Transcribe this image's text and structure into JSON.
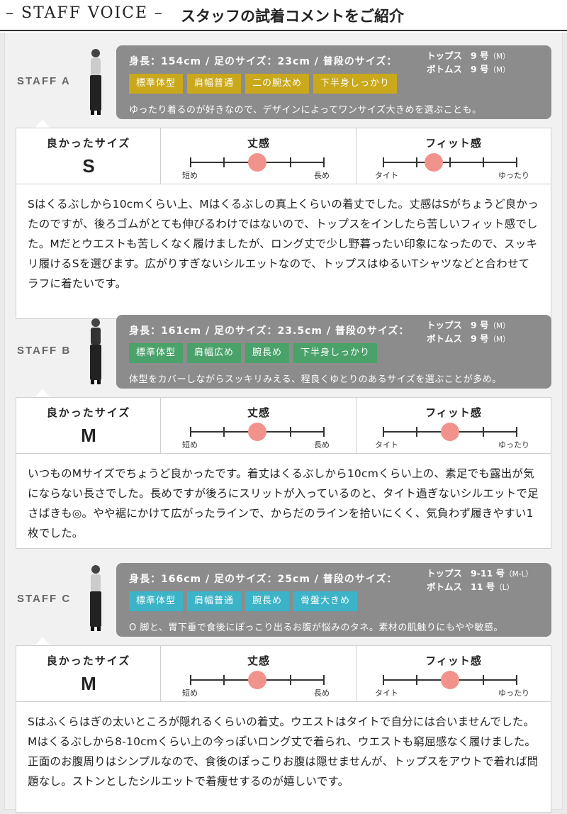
{
  "header": {
    "title_en": "– STAFF VOICE –",
    "title_jp": "スタッフの試着コメントをご紹介"
  },
  "colors": {
    "info_bg": "#8c8c8c",
    "tag_yellow": "#c9a81c",
    "tag_green": "#4aa26a",
    "tag_blue": "#3cb3c7",
    "scale_dot": "#f1928c"
  },
  "table_labels": {
    "good_size": "良かったサイズ",
    "length": "丈感",
    "fit": "フィット感",
    "length_min": "短め",
    "length_max": "長め",
    "fit_min": "タイト",
    "fit_max": "ゆったり"
  },
  "staff": [
    {
      "label": "STAFF A",
      "stats": "身長：154cm / 足のサイズ：23cm / 普段のサイズ：",
      "tops_key": "トップス",
      "tops_val": "9 号",
      "tops_paren": "（M）",
      "bottoms_key": "ボトムス",
      "bottoms_val": "9 号",
      "bottoms_paren": "（M）",
      "tag_color": "yellow",
      "tags": [
        "標準体型",
        "肩幅普通",
        "二の腕太め",
        "下半身しっかり"
      ],
      "note": "ゆったり着るのが好きなので、デザインによってワンサイズ大きめを選ぶことも。",
      "size": "S",
      "length_level": 0.5,
      "fit_level": 0.375,
      "comment": "Sはくるぶしから10cmくらい上、Mはくるぶしの真上くらいの着丈でした。丈感はSがちょうど良かったのですが、後ろゴムがとても伸びるわけではないので、トップスをインしたら苦しいフィット感でした。Mだとウエストも苦しくなく履けましたが、ロング丈で少し野暮ったい印象になったので、スッキリ履けるSを選びます。広がりすぎないシルエットなので、トップスはゆるいTシャツなどと合わせてラフに着たいです。"
    },
    {
      "label": "STAFF B",
      "stats": "身長：161cm / 足のサイズ：23.5cm / 普段のサイズ：",
      "tops_key": "トップス",
      "tops_val": "9 号",
      "tops_paren": "（M）",
      "bottoms_key": "ボトムス",
      "bottoms_val": "9 号",
      "bottoms_paren": "（M）",
      "tag_color": "green",
      "tags": [
        "標準体型",
        "肩幅広め",
        "腕長め",
        "下半身しっかり"
      ],
      "note": "体型をカバーしながらスッキリみえる、程良くゆとりのあるサイズを選ぶことが多め。",
      "size": "M",
      "length_level": 0.5,
      "fit_level": 0.5,
      "comment": "いつものMサイズでちょうど良かったです。着丈はくるぶしから10cmくらい上の、素足でも露出が気にならない長さでした。長めですが後ろにスリットが入っているのと、タイト過ぎないシルエットで足さばきも◎。やや裾にかけて広がったラインで、からだのラインを拾いにくく、気負わず履きやすい1枚でした。"
    },
    {
      "label": "STAFF C",
      "stats": "身長：166cm / 足のサイズ：25cm / 普段のサイズ：",
      "tops_key": "トップス",
      "tops_val": "9-11 号",
      "tops_paren": "（M-L）",
      "bottoms_key": "ボトムス",
      "bottoms_val": "11 号",
      "bottoms_paren": "（L）",
      "tag_color": "blue",
      "tags": [
        "標準体型",
        "肩幅普通",
        "腕長め",
        "骨盤大きめ"
      ],
      "note": "O 脚と、胃下垂で食後にぽっこり出るお腹が悩みのタネ。素材の肌触りにもやや敏感。",
      "size": "M",
      "length_level": 0.5,
      "fit_level": 0.5,
      "comment": "Sはふくらはぎの太いところが隠れるくらいの着丈。ウエストはタイトで自分には合いませんでした。Mはくるぶしから8-10cmくらい上の今っぽいロング丈で着られ、ウエストも窮屈感なく履けました。正面のお腹周りはシンプルなので、食後のぽっこりお腹は隠せませんが、トップスをアウトで着れば問題なし。ストンとしたシルエットで着痩せするのが嬉しいです。"
    }
  ]
}
